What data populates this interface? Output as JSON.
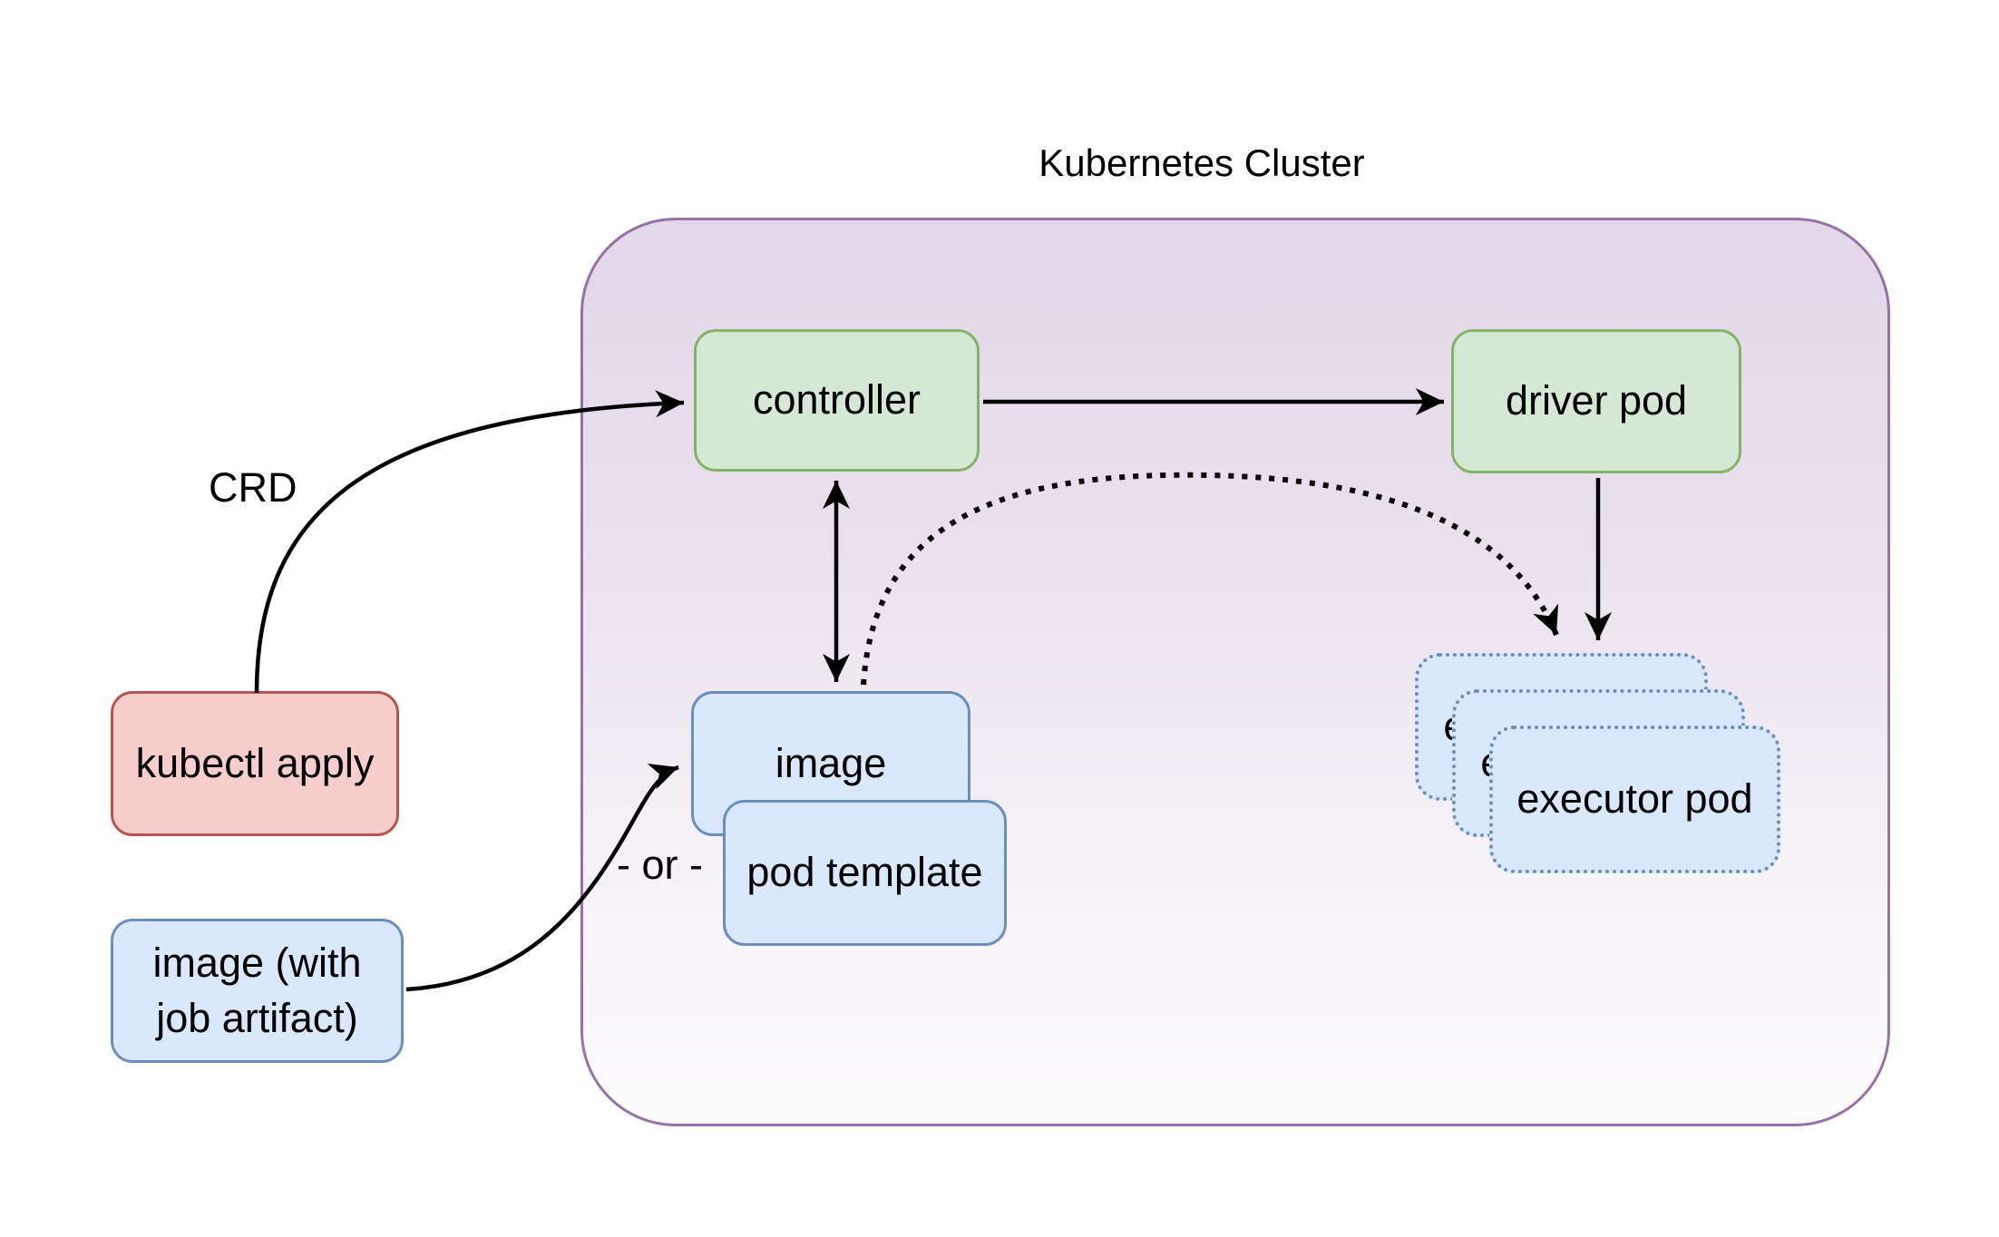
{
  "diagram_title": "Kubernetes Cluster",
  "nodes": {
    "controller": "controller",
    "driver_pod": "driver pod",
    "image": "image",
    "pod_template": "pod template",
    "executor_pod": "executor pod",
    "kubectl_apply": "kubectl apply",
    "image_with_job_artifact": "image (with job artifact)"
  },
  "labels": {
    "crd": "CRD",
    "or": "- or -"
  },
  "edges": [
    {
      "from": "kubectl_apply",
      "to": "controller",
      "label": "CRD",
      "style": "solid-curved"
    },
    {
      "from": "controller",
      "to": "driver_pod",
      "style": "solid"
    },
    {
      "from": "controller",
      "to": "image",
      "style": "solid-bidirectional"
    },
    {
      "from": "image",
      "to": "executor_pod",
      "style": "dotted-curved"
    },
    {
      "from": "driver_pod",
      "to": "executor_pod",
      "style": "solid"
    },
    {
      "from": "image_with_job_artifact",
      "to": "image",
      "style": "solid-curved"
    }
  ],
  "colors": {
    "cluster_fill_top": "#e3d7e9",
    "cluster_fill_bottom": "#fdfcfd",
    "cluster_stroke": "#9673a6",
    "green_fill": "#d5e8d4",
    "green_stroke": "#82b366",
    "blue_fill": "#dae8fc",
    "blue_stroke": "#6c8ebf",
    "red_fill": "#f8cecc",
    "red_stroke": "#b85450",
    "arrow": "#000000"
  }
}
